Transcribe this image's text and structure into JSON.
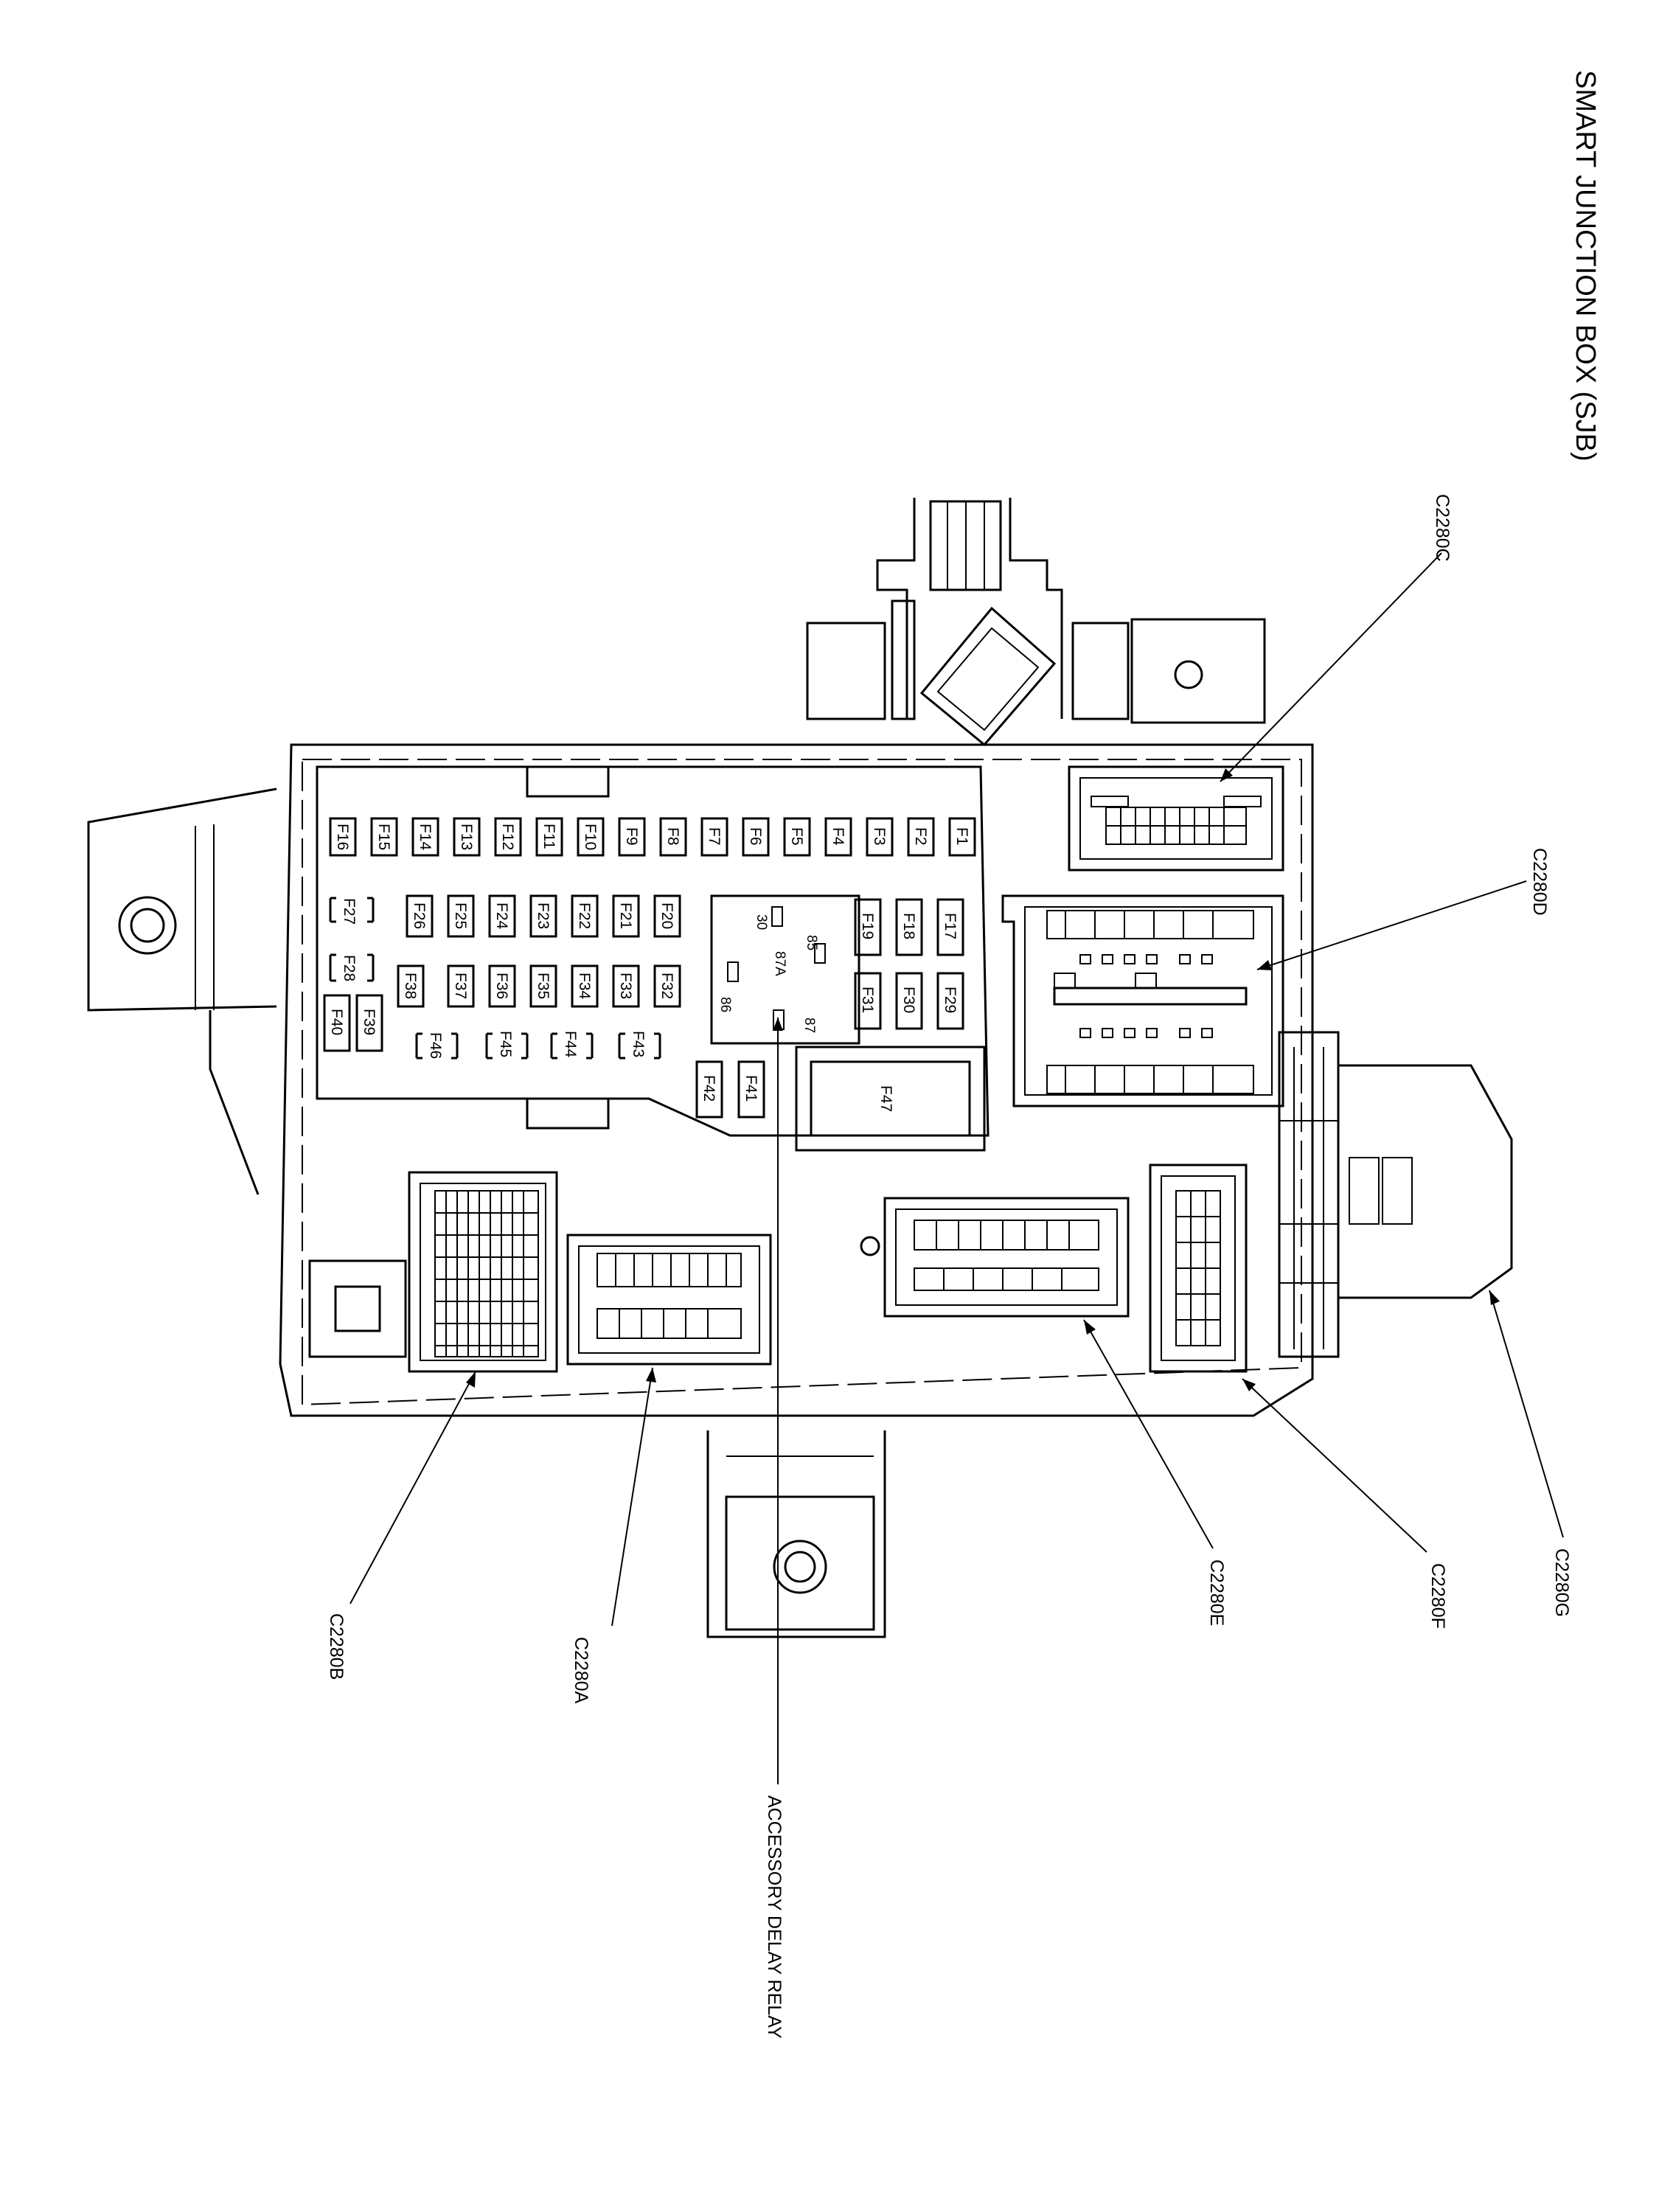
{
  "title": "SMART JUNCTION BOX (SJB)",
  "connectors": {
    "c2280a": "C2280A",
    "c2280b": "C2280B",
    "c2280c": "C2280C",
    "c2280d": "C2280D",
    "c2280e": "C2280E",
    "c2280f": "C2280F",
    "c2280g": "C2280G"
  },
  "relay": {
    "label": "ACCESSORY DELAY RELAY",
    "pin_30": "30",
    "pin_85": "85",
    "pin_86": "86",
    "pin_87": "87",
    "pin_87a": "87A"
  },
  "fuses": {
    "row1": [
      "F16",
      "F15",
      "F14",
      "F13",
      "F12",
      "F11",
      "F10",
      "F9",
      "F8",
      "F7",
      "F6",
      "F5",
      "F4",
      "F3",
      "F2",
      "F1"
    ],
    "row2": [
      "F26",
      "F25",
      "F24",
      "F23",
      "F22",
      "F21",
      "F20"
    ],
    "row3": [
      "F38",
      "F37",
      "F36",
      "F35",
      "F34",
      "F33",
      "F32"
    ],
    "row2_right": [
      "F19",
      "F18",
      "F17"
    ],
    "row3_right": [
      "F31",
      "F30",
      "F29"
    ],
    "left_pair": [
      "F40",
      "F39"
    ],
    "empty_upper": [
      "F27",
      "F28"
    ],
    "empty_lower": [
      "F46",
      "F45",
      "F44",
      "F43"
    ],
    "bottom": [
      "F42",
      "F41"
    ],
    "large": "F47"
  }
}
